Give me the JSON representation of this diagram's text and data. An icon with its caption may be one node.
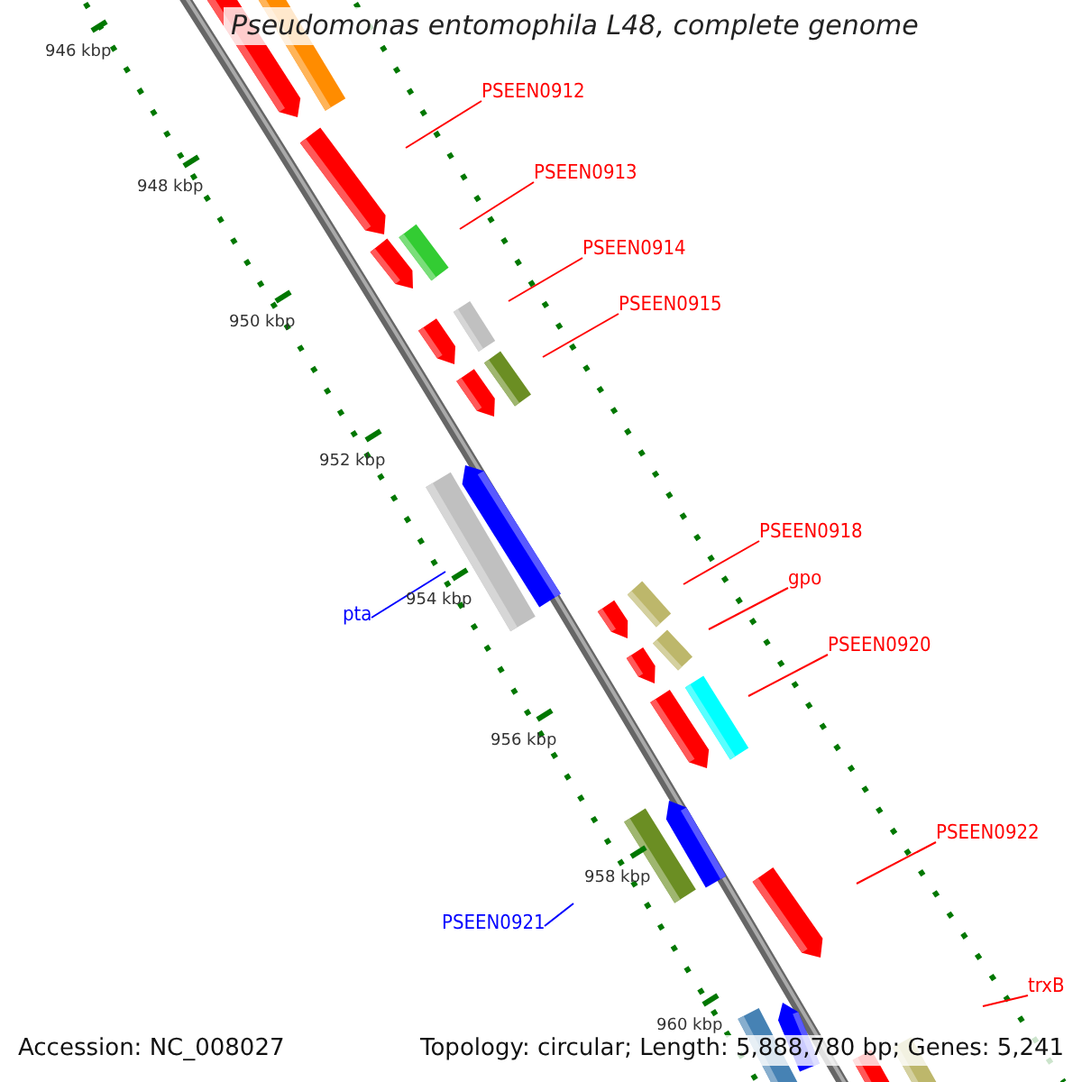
{
  "diagram": {
    "title": "Pseudomonas entomophila L48, complete genome",
    "nodes": [
      {
        "text": [
          "PSEEN0912"
        ]
      },
      {
        "text": [
          "PSEEN0913"
        ]
      },
      {
        "text": [
          "PSEEN0914"
        ]
      },
      {
        "text": [
          "PSEEN0915"
        ]
      },
      {
        "text": [
          "PSEEN0918"
        ]
      },
      {
        "text": [
          "gpo"
        ]
      },
      {
        "text": [
          "PSEEN0920"
        ]
      },
      {
        "text": [
          "PSEEN0922"
        ]
      },
      {
        "text": [
          "trxB"
        ]
      },
      {
        "text": [
          "pta"
        ]
      },
      {
        "text": [
          "PSEEN0921"
        ]
      }
    ],
    "edges": [
      {
        "from": 0,
        "to": null,
        "arrow": "none"
      },
      {
        "from": 1,
        "to": null,
        "arrow": "none"
      },
      {
        "from": 2,
        "to": null,
        "arrow": "none"
      },
      {
        "from": 3,
        "to": null,
        "arrow": "none"
      },
      {
        "from": 4,
        "to": null,
        "arrow": "none"
      },
      {
        "from": 5,
        "to": null,
        "arrow": "none"
      },
      {
        "from": 6,
        "to": null,
        "arrow": "none"
      },
      {
        "from": 7,
        "to": null,
        "arrow": "none"
      },
      {
        "from": 8,
        "to": null,
        "arrow": "none"
      },
      {
        "from": 9,
        "to": null,
        "arrow": "none",
        "color": "#0000ff"
      },
      {
        "from": 10,
        "to": null,
        "arrow": "none",
        "color": "#0000ff"
      }
    ],
    "labels": [
      "946 kbp",
      "948 kbp",
      "950 kbp",
      "952 kbp",
      "954 kbp",
      "956 kbp",
      "958 kbp",
      "960 kbp",
      "Accession: NC_008027",
      "Topology: circular; Length: 5,888,780 bp; Genes: 5,241"
    ]
  }
}
